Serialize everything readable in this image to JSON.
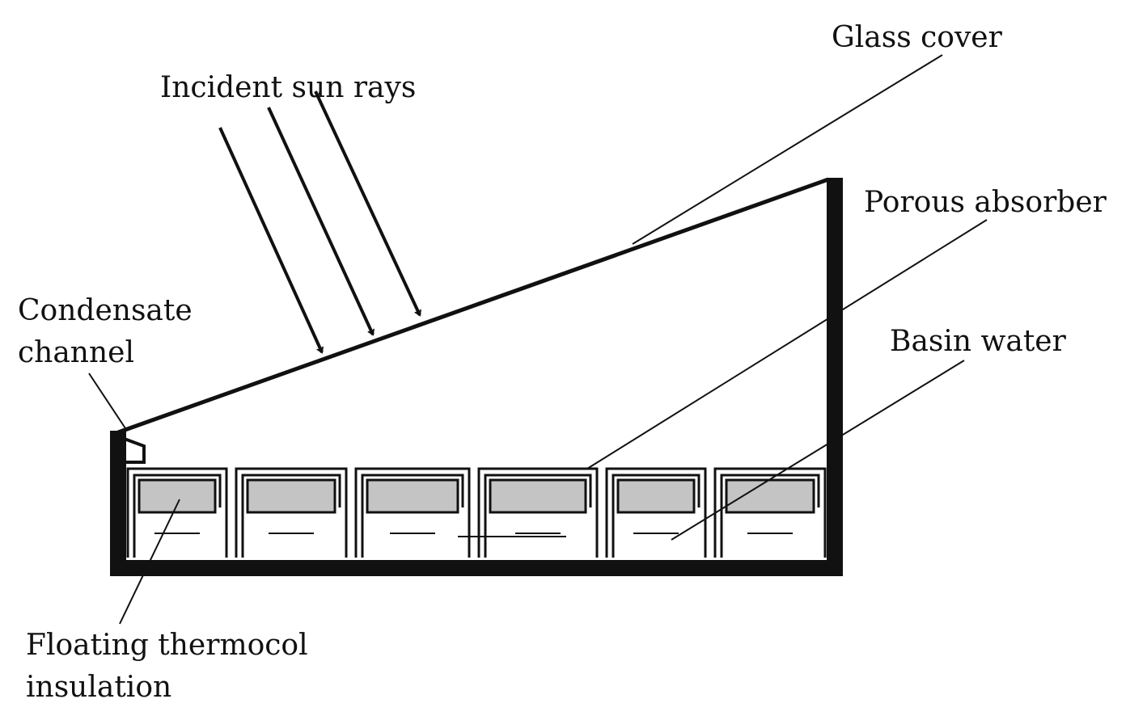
{
  "labels": {
    "glass_cover": "Glass cover",
    "incident_sun_rays": "Incident sun rays",
    "porous_absorber": "Porous absorber",
    "condensate_channel_line1": "Condensate",
    "condensate_channel_line2": "channel",
    "basin_water": "Basin water",
    "floating_insulation_line1": "Floating thermocol",
    "floating_insulation_line2": "insulation"
  },
  "colors": {
    "outline": "#111111",
    "insulation_fill": "#c4c4c4",
    "background": "#ffffff"
  },
  "floating_units": 6,
  "sun_rays": 3
}
